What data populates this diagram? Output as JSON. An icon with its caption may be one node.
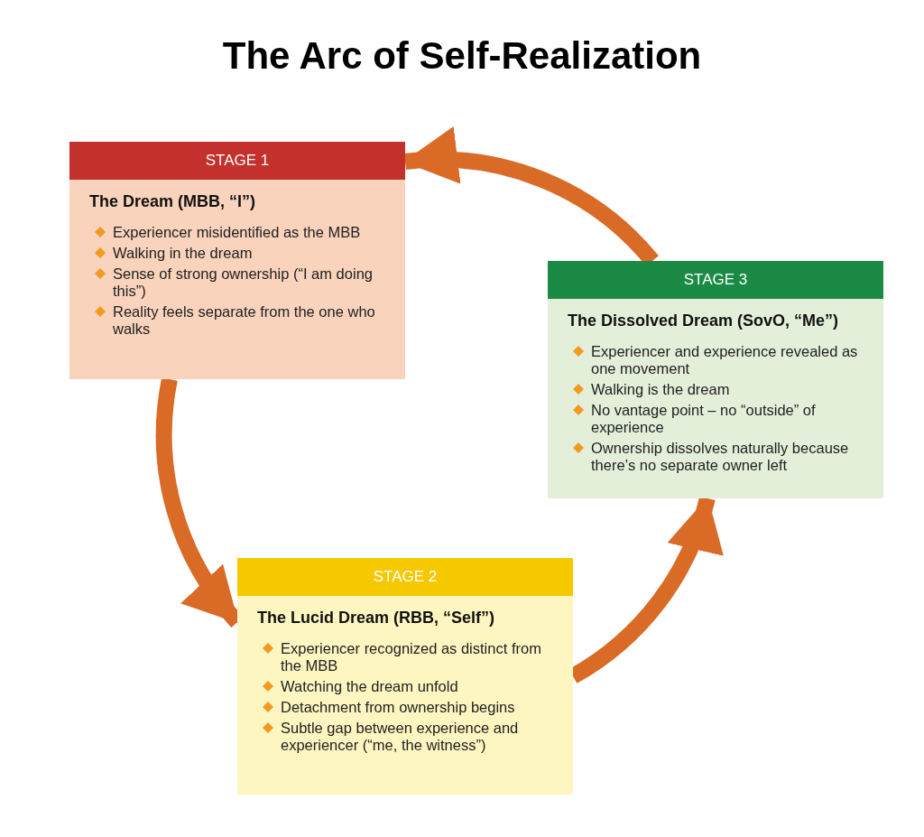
{
  "diagram": {
    "title": "The Arc of Self-Realization",
    "nodes": [
      {
        "text": [
          "STAGE 1",
          "The Dream (MBB, “I”)",
          "Experiencer misidentified as the MBB",
          "Walking in the dream",
          "Sense of strong ownership (“I am doing this”)",
          "Reality feels separate from the one who walks"
        ]
      },
      {
        "text": [
          "STAGE 2",
          "The Lucid Dream (RBB, “Self”)",
          "Experiencer recognized as distinct from the MBB",
          "Watching the dream unfold",
          "Detachment from ownership begins",
          "Subtle gap between experience and experiencer (“me, the witness”)"
        ]
      },
      {
        "text": [
          "STAGE 3",
          "The Dissolved Dream (SovO, “Me”)",
          "Experiencer and experience revealed as one movement",
          "Walking is the dream",
          "No vantage point – no “outside” of experience",
          "Ownership dissolves naturally because there’s no separate owner left"
        ]
      }
    ],
    "edges": [
      {
        "from": 0,
        "to": 1,
        "arrow": "to"
      },
      {
        "from": 1,
        "to": 2,
        "arrow": "to"
      },
      {
        "from": 2,
        "to": 0,
        "arrow": "to"
      }
    ]
  }
}
